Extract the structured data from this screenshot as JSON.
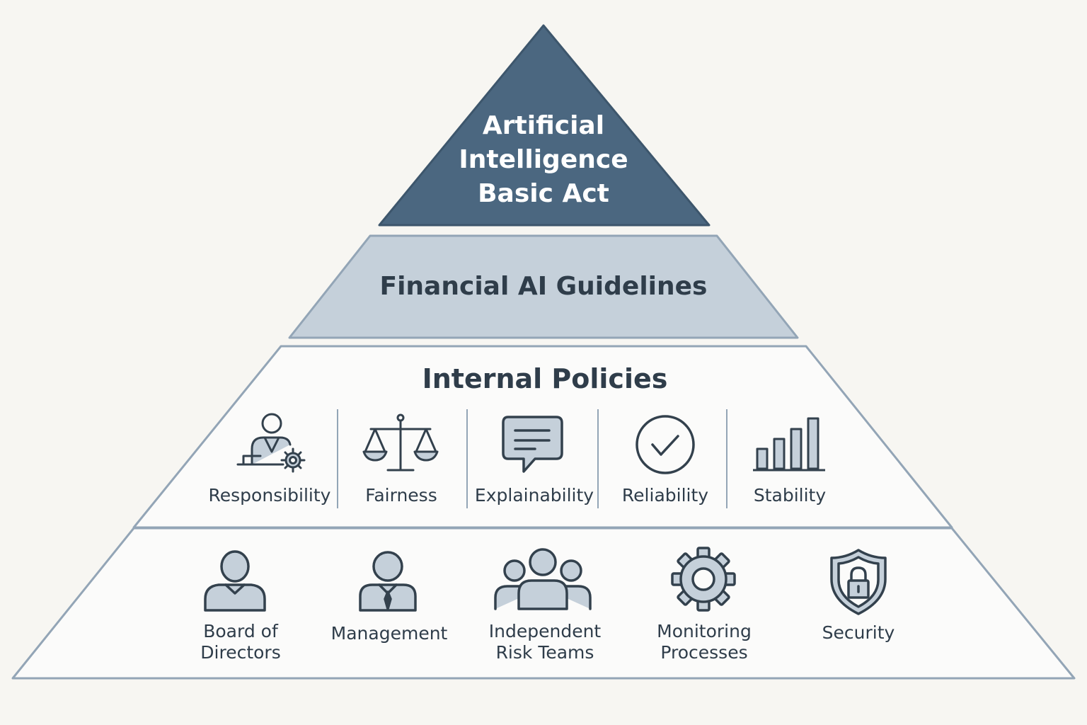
{
  "colors": {
    "background": "#f7f6f2",
    "apex_fill": "#4b6780",
    "tier2_fill": "#c5d0da",
    "tier_fill": "#fbfbfa",
    "stroke": "#93a5b6",
    "icon_stroke": "#33414d",
    "icon_fill": "#c5d0da",
    "text_dark": "#2f3d4a",
    "text_light": "#ffffff"
  },
  "apex": {
    "lines": [
      "Artificial",
      "Intelligence",
      "Basic Act"
    ]
  },
  "tier2": {
    "label": "Financial AI Guidelines"
  },
  "tier3": {
    "label": "Internal Policies",
    "principles": [
      {
        "label": "Responsibility",
        "icon": "person-gear-icon"
      },
      {
        "label": "Fairness",
        "icon": "scales-icon"
      },
      {
        "label": "Explainability",
        "icon": "speech-bubble-icon"
      },
      {
        "label": "Reliability",
        "icon": "check-circle-icon"
      },
      {
        "label": "Stability",
        "icon": "bar-chart-icon"
      }
    ]
  },
  "tier4": {
    "roles": [
      {
        "lines": [
          "Board of",
          "Directors"
        ],
        "icon": "person-icon"
      },
      {
        "lines": [
          "Management"
        ],
        "icon": "businessperson-icon"
      },
      {
        "lines": [
          "Independent",
          "Risk Teams"
        ],
        "icon": "team-icon"
      },
      {
        "lines": [
          "Monitoring",
          "Processes"
        ],
        "icon": "gear-icon"
      },
      {
        "lines": [
          "Security"
        ],
        "icon": "shield-lock-icon"
      }
    ]
  }
}
